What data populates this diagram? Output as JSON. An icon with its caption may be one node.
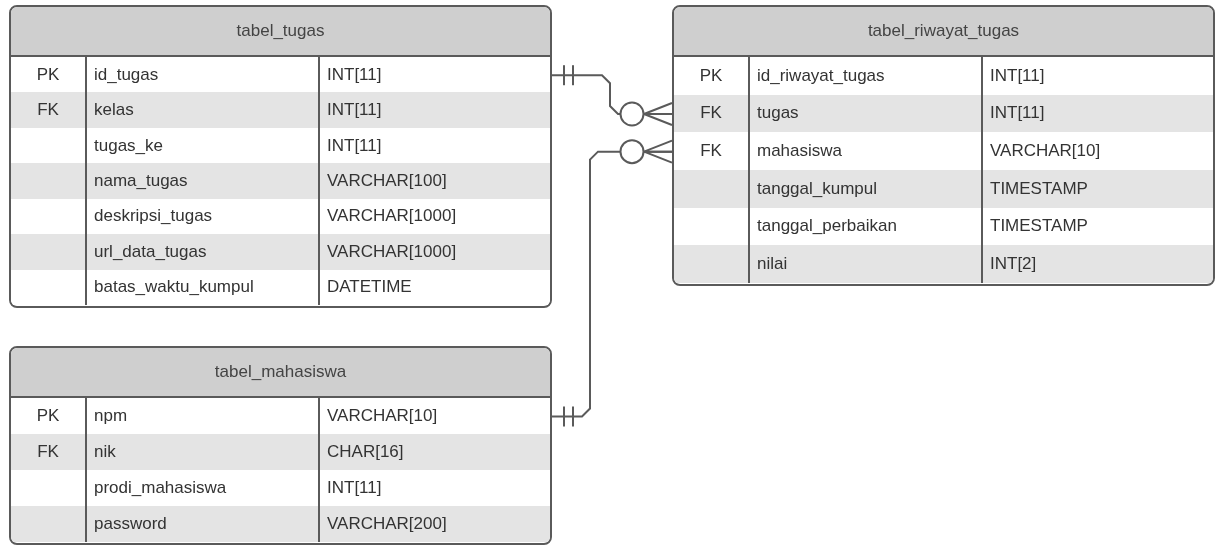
{
  "diagram": {
    "nodes": [
      {
        "text": [
          "tabel_tugas"
        ]
      },
      {
        "text": [
          "PK",
          "id_tugas",
          "INT[11]"
        ],
        "in": 0
      },
      {
        "text": [
          "FK",
          "kelas",
          "INT[11]"
        ],
        "in": 0
      },
      {
        "text": [
          "tugas_ke",
          "INT[11]"
        ],
        "in": 0
      },
      {
        "text": [
          "nama_tugas",
          "VARCHAR[100]"
        ],
        "in": 0
      },
      {
        "text": [
          "deskripsi_tugas",
          "VARCHAR[1000]"
        ],
        "in": 0
      },
      {
        "text": [
          "url_data_tugas",
          "VARCHAR[1000]"
        ],
        "in": 0
      },
      {
        "text": [
          "batas_waktu_kumpul",
          "DATETIME"
        ],
        "in": 0
      },
      {
        "text": [
          "tabel_riwayat_tugas"
        ]
      },
      {
        "text": [
          "PK",
          "id_riwayat_tugas",
          "INT[11]"
        ],
        "in": 8
      },
      {
        "text": [
          "FK",
          "tugas",
          "INT[11]"
        ],
        "in": 8
      },
      {
        "text": [
          "FK",
          "mahasiswa",
          "VARCHAR[10]"
        ],
        "in": 8
      },
      {
        "text": [
          "tanggal_kumpul",
          "TIMESTAMP"
        ],
        "in": 8
      },
      {
        "text": [
          "tanggal_perbaikan",
          "TIMESTAMP"
        ],
        "in": 8
      },
      {
        "text": [
          "nilai",
          "INT[2]"
        ],
        "in": 8
      },
      {
        "text": [
          "tabel_mahasiswa"
        ]
      },
      {
        "text": [
          "PK",
          "npm",
          "VARCHAR[10]"
        ],
        "in": 15
      },
      {
        "text": [
          "FK",
          "nik",
          "CHAR[16]"
        ],
        "in": 15
      },
      {
        "text": [
          "prodi_mahasiswa",
          "INT[11]"
        ],
        "in": 15
      },
      {
        "text": [
          "password",
          "VARCHAR[200]"
        ],
        "in": 15
      }
    ],
    "edges": [
      {
        "from": 1,
        "to": 10,
        "arrow": "other"
      },
      {
        "from": 16,
        "to": 11,
        "arrow": "other"
      }
    ]
  }
}
